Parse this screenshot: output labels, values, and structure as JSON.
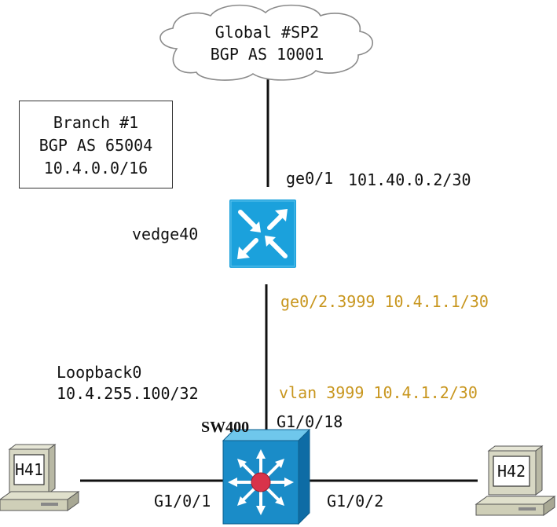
{
  "cloud": {
    "title": "Global #SP2",
    "as": "BGP AS 10001"
  },
  "branch": {
    "title": "Branch #1",
    "as": "BGP AS 65004",
    "prefix": "10.4.0.0/16"
  },
  "router": {
    "name": "vedge40",
    "wan_if": "ge0/1",
    "wan_ip": "101.40.0.2/30",
    "lan_if_ip": "ge0/2.3999 10.4.1.1/30"
  },
  "switch": {
    "name": "SW400",
    "vlan_ip": "vlan 3999 10.4.1.2/30",
    "uplink_port": "G1/0/18",
    "port_h41": "G1/0/1",
    "port_h42": "G1/0/2",
    "loopback_name": "Loopback0",
    "loopback_ip": "10.4.255.100/32"
  },
  "hosts": {
    "h41": "H41",
    "h42": "H42"
  },
  "colors": {
    "router_blue": "#1BA1DC",
    "switch_blue": "#1A8CC8",
    "switch_hub": "#D8334A",
    "vlan_text": "#C8961E",
    "line": "#111111"
  },
  "icons": {
    "router": "router-icon",
    "switch": "layer3-switch-icon",
    "cloud": "cloud-icon",
    "host": "computer-icon"
  }
}
